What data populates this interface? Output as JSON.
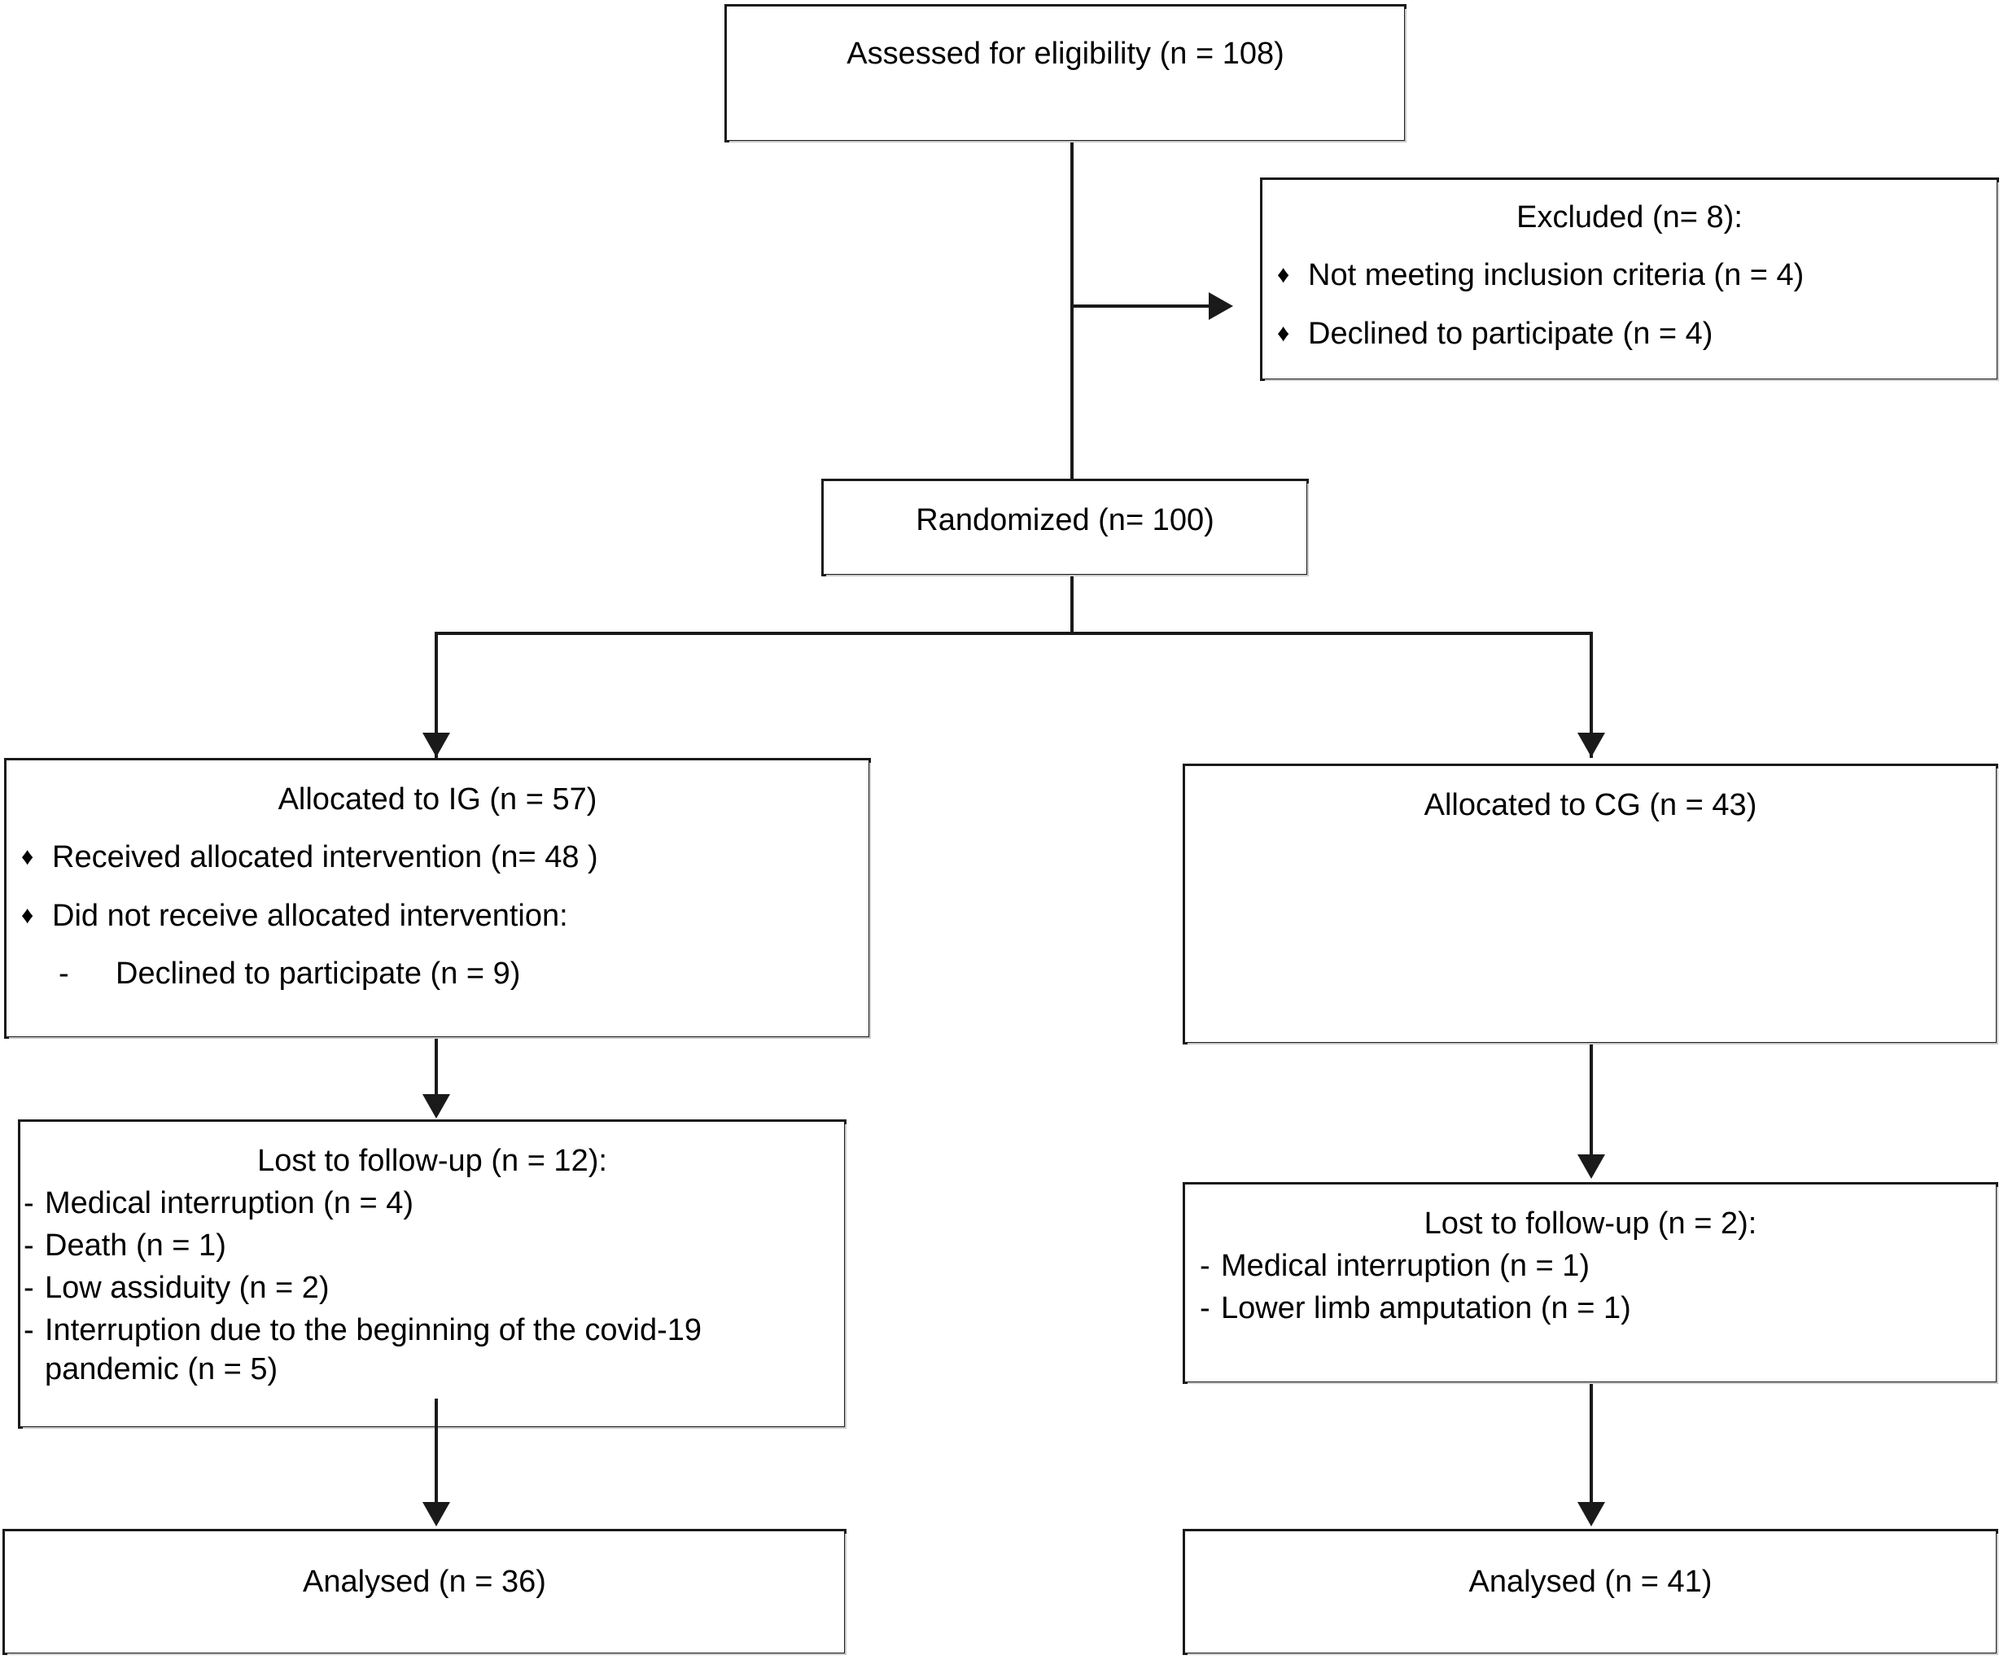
{
  "diagram": {
    "type": "CONSORT participant flow diagram",
    "nodes": {
      "assessed": {
        "title": "Assessed for eligibility (n = 108)"
      },
      "excluded": {
        "title": "Excluded (n= 8):",
        "items": [
          "Not meeting inclusion criteria (n = 4)",
          "Declined to participate (n = 4)"
        ],
        "bullet_glyph": "♦"
      },
      "randomized": {
        "title": "Randomized (n= 100)"
      },
      "allocated_ig": {
        "title": "Allocated to IG (n = 57)",
        "items": [
          "Received allocated intervention (n= 48  )",
          "Did not receive allocated intervention:"
        ],
        "sub_item": "Declined to participate (n = 9)",
        "bullet_glyph": "♦",
        "dash_glyph": "-"
      },
      "allocated_cg": {
        "title": "Allocated to CG (n = 43)"
      },
      "lost_ig": {
        "title": "Lost to follow-up (n = 12):",
        "items": [
          "Medical interruption (n = 4)",
          "Death (n = 1)",
          "Low assiduity (n = 2)",
          "Interruption due to the beginning of the covid-19 pandemic (n = 5)"
        ],
        "dash_glyph": "-"
      },
      "lost_cg": {
        "title": "Lost to follow-up (n = 2):",
        "items": [
          "Medical interruption (n = 1)",
          "Lower limb amputation (n = 1)"
        ],
        "dash_glyph": "-"
      },
      "analysed_ig": {
        "title": "Analysed (n = 36)"
      },
      "analysed_cg": {
        "title": "Analysed (n = 41)"
      }
    },
    "chart_data": {
      "type": "flow",
      "title": "CONSORT participant flow diagram",
      "counts": {
        "assessed_for_eligibility": 108,
        "excluded_total": 8,
        "excluded_not_meeting_inclusion_criteria": 4,
        "excluded_declined_to_participate": 4,
        "randomized": 100,
        "allocated_ig": 57,
        "ig_received_allocated_intervention": 48,
        "ig_declined_to_participate": 9,
        "allocated_cg": 43,
        "ig_lost_to_follow_up": 12,
        "ig_lost_medical_interruption": 4,
        "ig_lost_death": 1,
        "ig_lost_low_assiduity": 2,
        "ig_lost_covid_interruption": 5,
        "cg_lost_to_follow_up": 2,
        "cg_lost_medical_interruption": 1,
        "cg_lost_lower_limb_amputation": 1,
        "analysed_ig": 36,
        "analysed_cg": 41
      },
      "edges": [
        {
          "from": "assessed",
          "to": "randomized"
        },
        {
          "from": "assessed",
          "to": "excluded"
        },
        {
          "from": "randomized",
          "to": "allocated_ig"
        },
        {
          "from": "randomized",
          "to": "allocated_cg"
        },
        {
          "from": "allocated_ig",
          "to": "lost_ig"
        },
        {
          "from": "allocated_cg",
          "to": "lost_cg"
        },
        {
          "from": "lost_ig",
          "to": "analysed_ig"
        },
        {
          "from": "lost_cg",
          "to": "analysed_cg"
        }
      ]
    },
    "colors": {
      "stroke": "#1a1a1a",
      "background": "#ffffff",
      "text": "#000000"
    }
  }
}
